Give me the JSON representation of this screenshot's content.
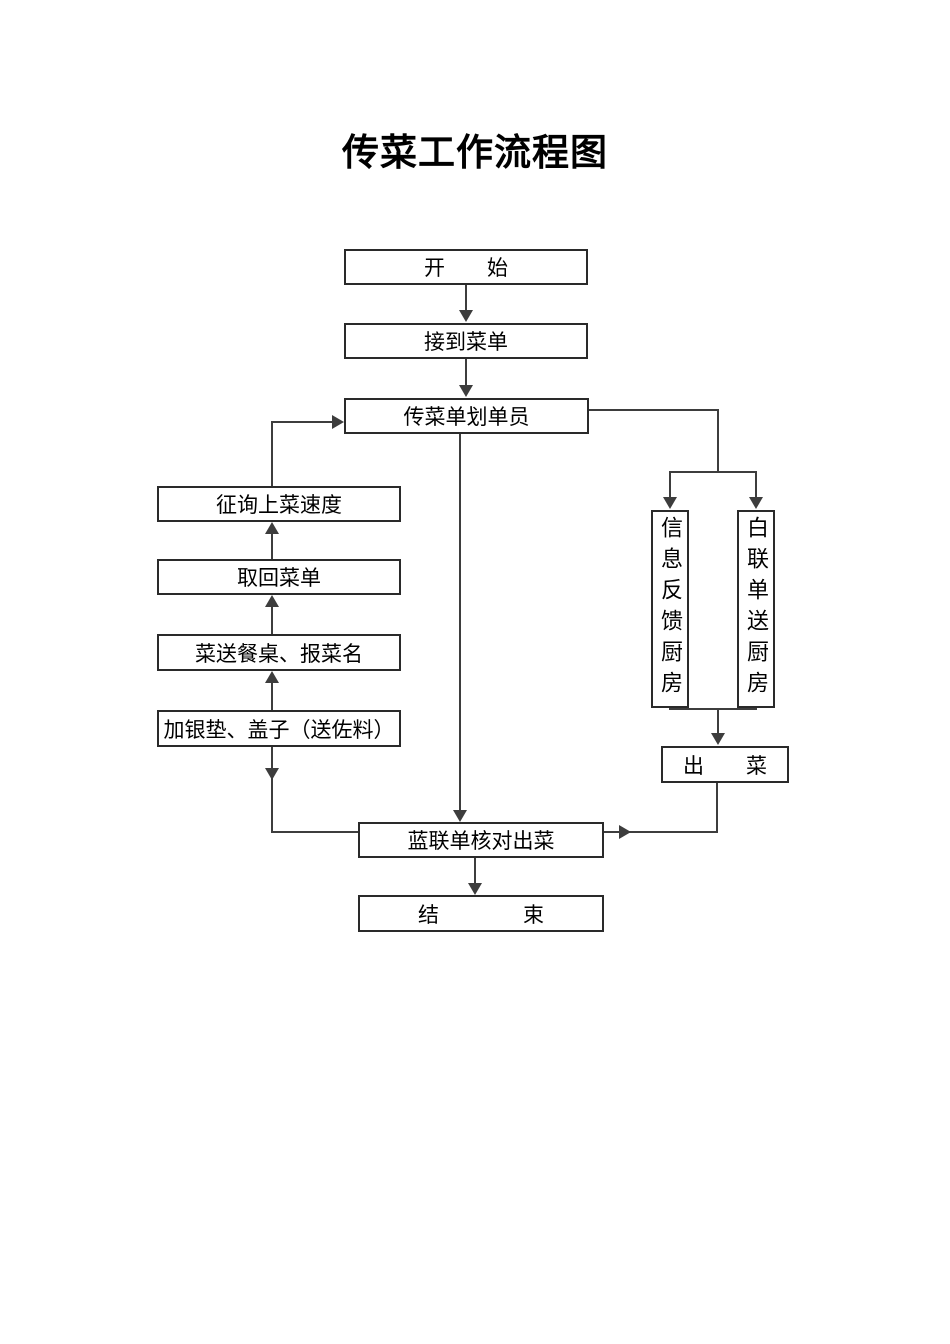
{
  "document": {
    "title": "传菜工作流程图"
  },
  "colors": {
    "line": "#3d3d3d",
    "box_border": "#2a2a2a",
    "text": "#000000",
    "background": "#ffffff"
  },
  "flowchart": {
    "nodes": {
      "start": {
        "label": "开　　始"
      },
      "receive_menu": {
        "label": "接到菜单"
      },
      "pass_menu_marker": {
        "label": "传菜单划单员"
      },
      "inquire_serving_speed": {
        "label": "征询上菜速度"
      },
      "retrieve_menu": {
        "label": "取回菜单"
      },
      "deliver_dish_announce": {
        "label": "菜送餐桌、报菜名"
      },
      "add_pad_lid": {
        "label": "加银垫、盖子（送佐料）"
      },
      "info_feedback_kitchen": {
        "label": "信息反馈厨房",
        "orientation": "vertical"
      },
      "white_copy_kitchen": {
        "label": "白联单送厨房",
        "orientation": "vertical"
      },
      "serve_dish": {
        "label": "出　　菜"
      },
      "blue_copy_check": {
        "label": "蓝联单核对出菜"
      },
      "end": {
        "label": "结　　　　束"
      }
    }
  }
}
